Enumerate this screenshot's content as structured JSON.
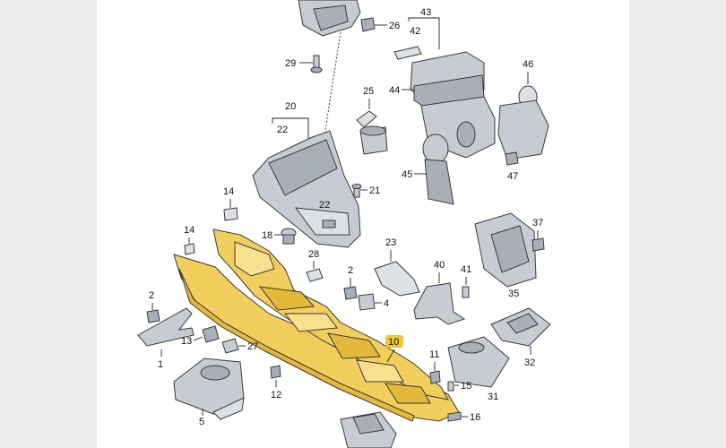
{
  "diagram": {
    "highlight_color": "#f2cf5c",
    "highlight_label_color": "#f0c53a",
    "part_color": "#c7ccd3",
    "callouts": {
      "n1": "1",
      "n2a": "2",
      "n2b": "2",
      "n4": "4",
      "n5": "5",
      "n10": "10",
      "n11": "11",
      "n12": "12",
      "n13": "13",
      "n14a": "14",
      "n14b": "14",
      "n15": "15",
      "n16": "16",
      "n18": "18",
      "n20": "20",
      "n21": "21",
      "n22a": "22",
      "n22b": "22",
      "n23": "23",
      "n25": "25",
      "n26": "26",
      "n27": "27",
      "n28": "28",
      "n29": "29",
      "n31": "31",
      "n32": "32",
      "n35": "35",
      "n37": "37",
      "n40": "40",
      "n41": "41",
      "n42": "42",
      "n43": "43",
      "n44": "44",
      "n45": "45",
      "n46": "46",
      "n47": "47"
    }
  }
}
